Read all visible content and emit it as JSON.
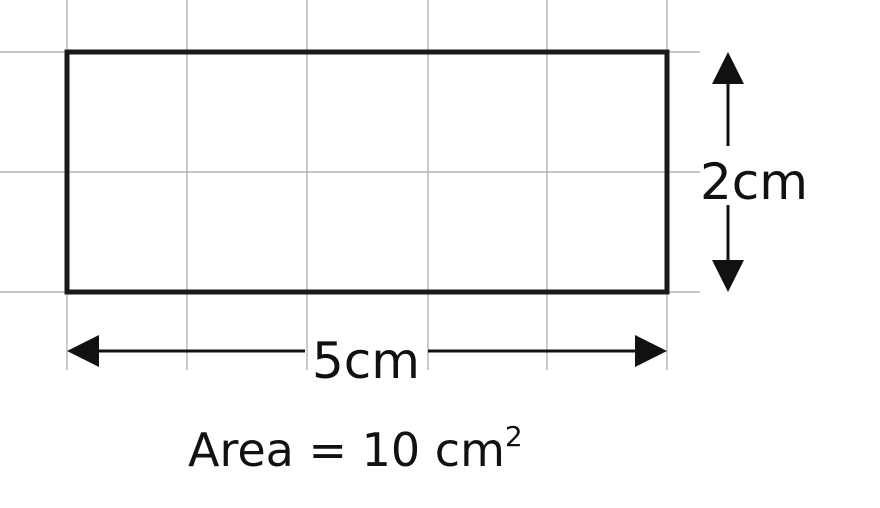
{
  "diagram": {
    "height_label": "2cm",
    "width_label": "5cm",
    "area": {
      "prefix": "Area = 10 cm",
      "superscript": "2"
    }
  },
  "colors": {
    "outline": "#1a1a1a",
    "grid": "#a8a8a8",
    "text": "#111111"
  }
}
